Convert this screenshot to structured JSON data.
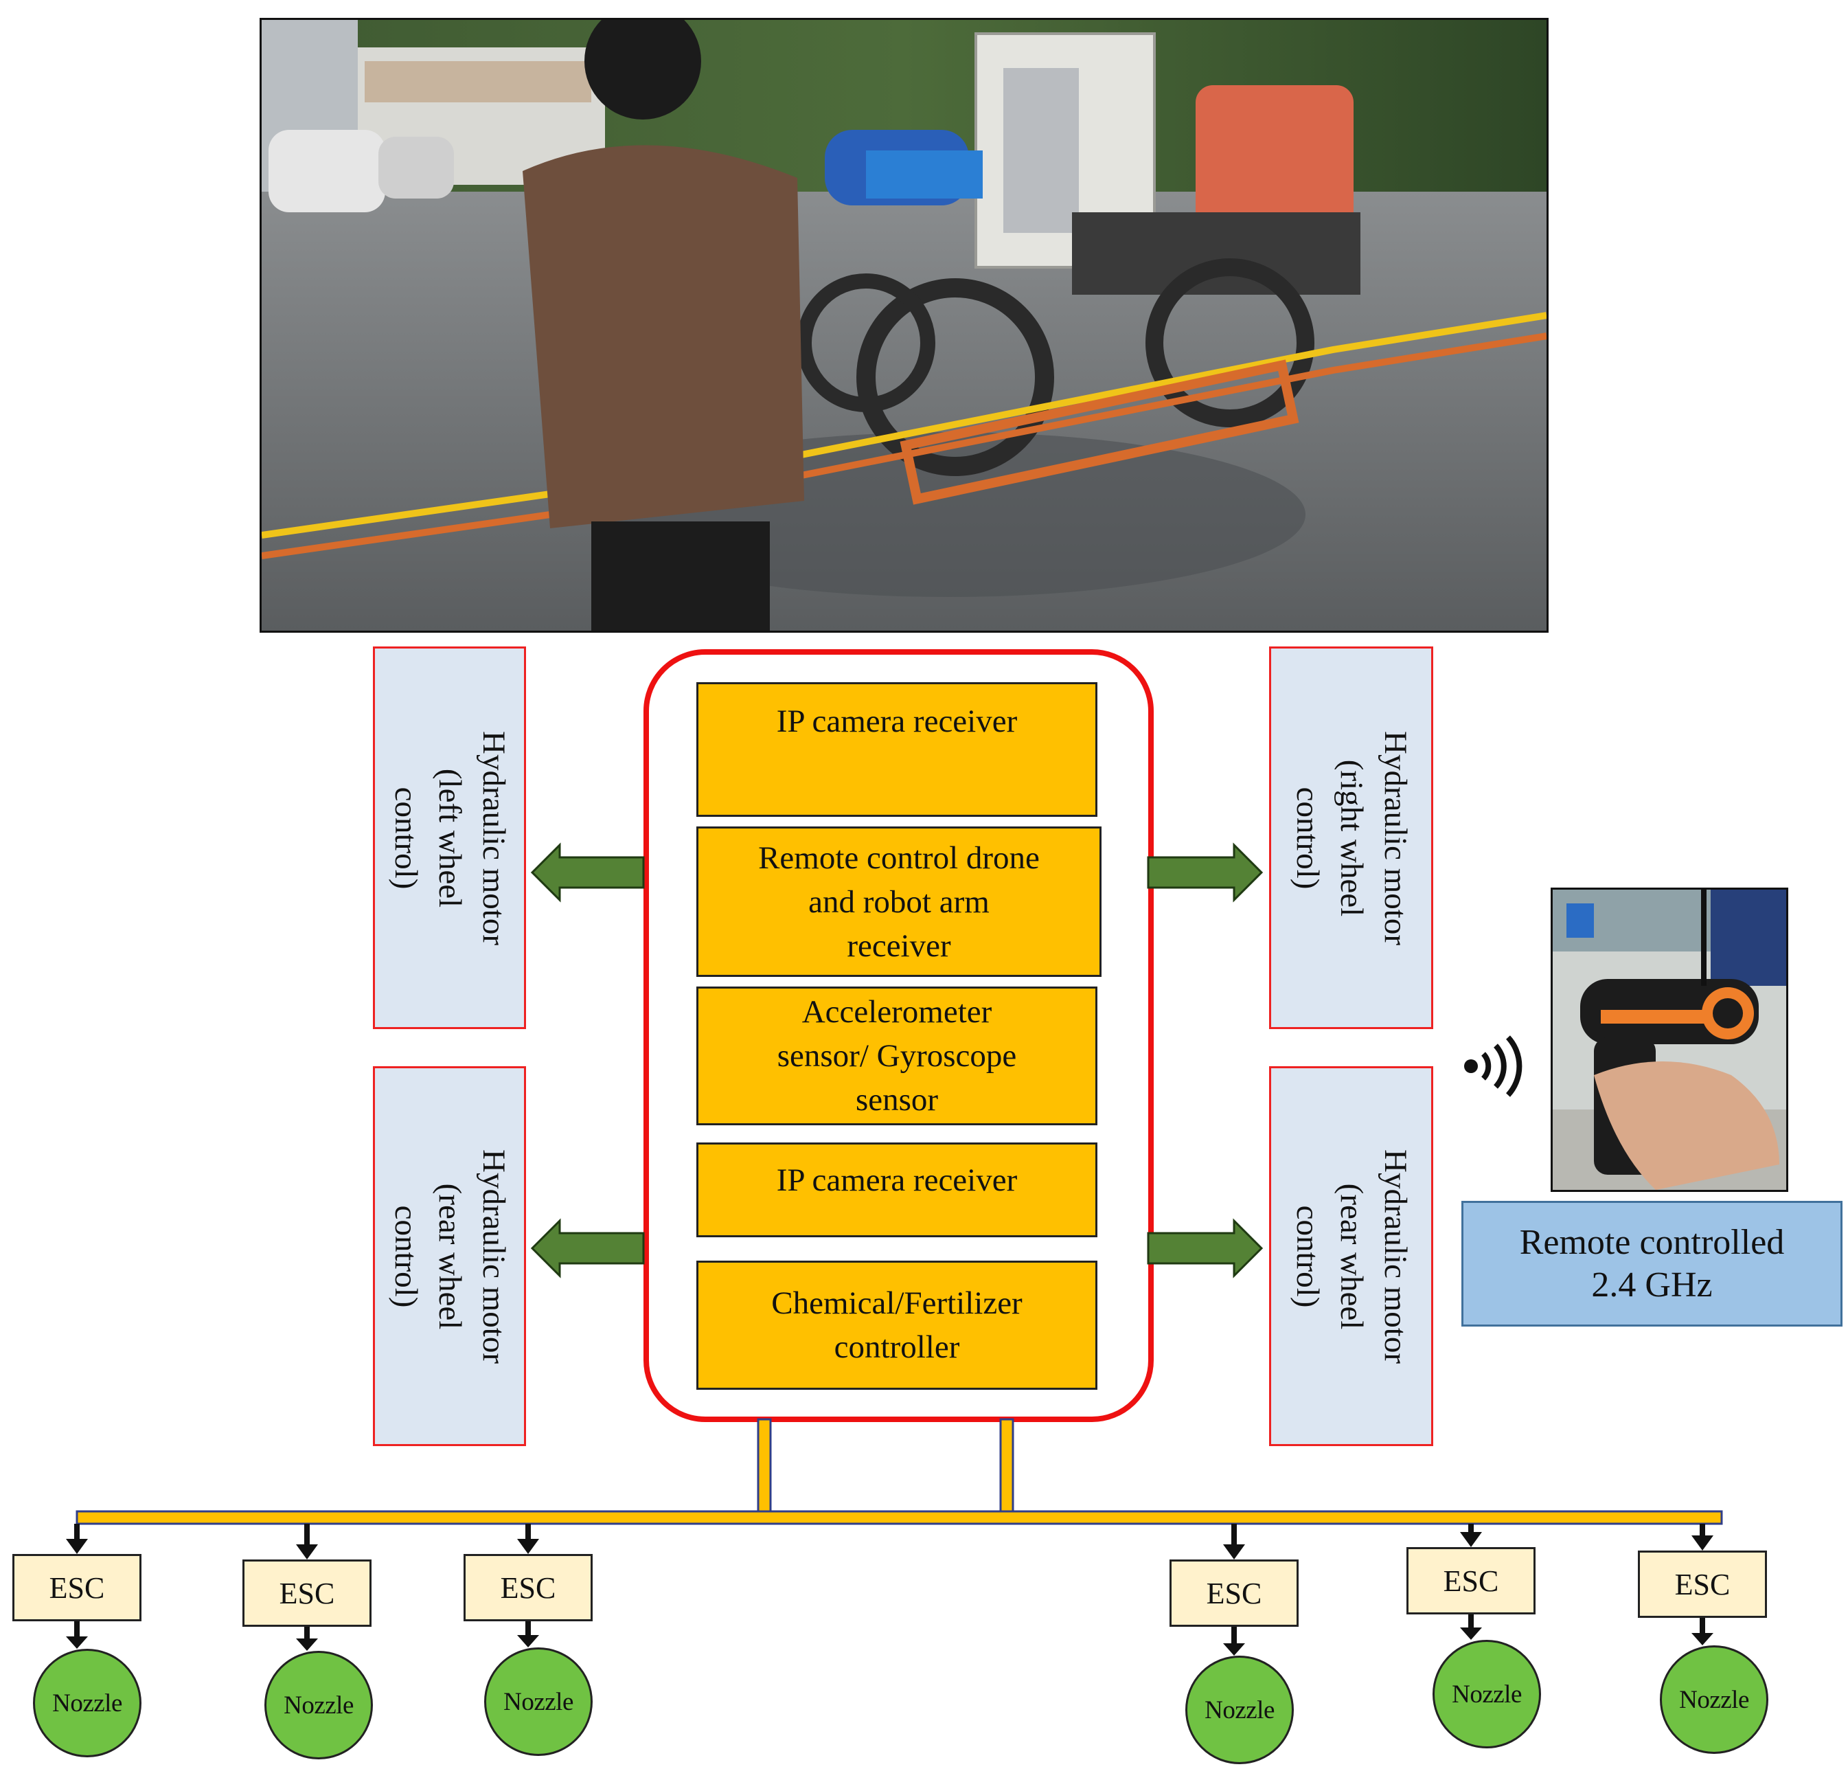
{
  "controller": {
    "modules": [
      {
        "id": "ip-camera-receiver-1",
        "label": "IP camera receiver"
      },
      {
        "id": "remote-control-receiver",
        "label": "Remote control drone\nand robot arm\nreceiver"
      },
      {
        "id": "accelerometer-gyroscope",
        "label": "Accelerometer\nsensor/ Gyroscope\nsensor"
      },
      {
        "id": "ip-camera-receiver-2",
        "label": "IP camera receiver"
      },
      {
        "id": "chemical-fertilizer-controller",
        "label": "Chemical/Fertilizer\ncontroller"
      }
    ]
  },
  "motors": {
    "left_front": "Hydraulic motor\n(left wheel\ncontrol)",
    "right_front": "Hydraulic motor\n(right wheel\ncontrol)",
    "left_rear": "Hydraulic motor\n(rear wheel\ncontrol)",
    "right_rear": "Hydraulic motor\n(rear wheel\ncontrol)"
  },
  "remote": {
    "label": "Remote controlled\n2.4 GHz"
  },
  "units": {
    "esc_label": "ESC",
    "nozzle_label": "Nozzle",
    "count": 6
  },
  "colors": {
    "module_fill": "#ffc000",
    "controller_border": "#ee1111",
    "motor_fill": "#dce6f2",
    "arrow_fill": "#548235",
    "esc_fill": "#fff2cc",
    "nozzle_fill": "#70c243",
    "remote_fill": "#9dc3e6",
    "bus_fill": "#ffc000"
  }
}
